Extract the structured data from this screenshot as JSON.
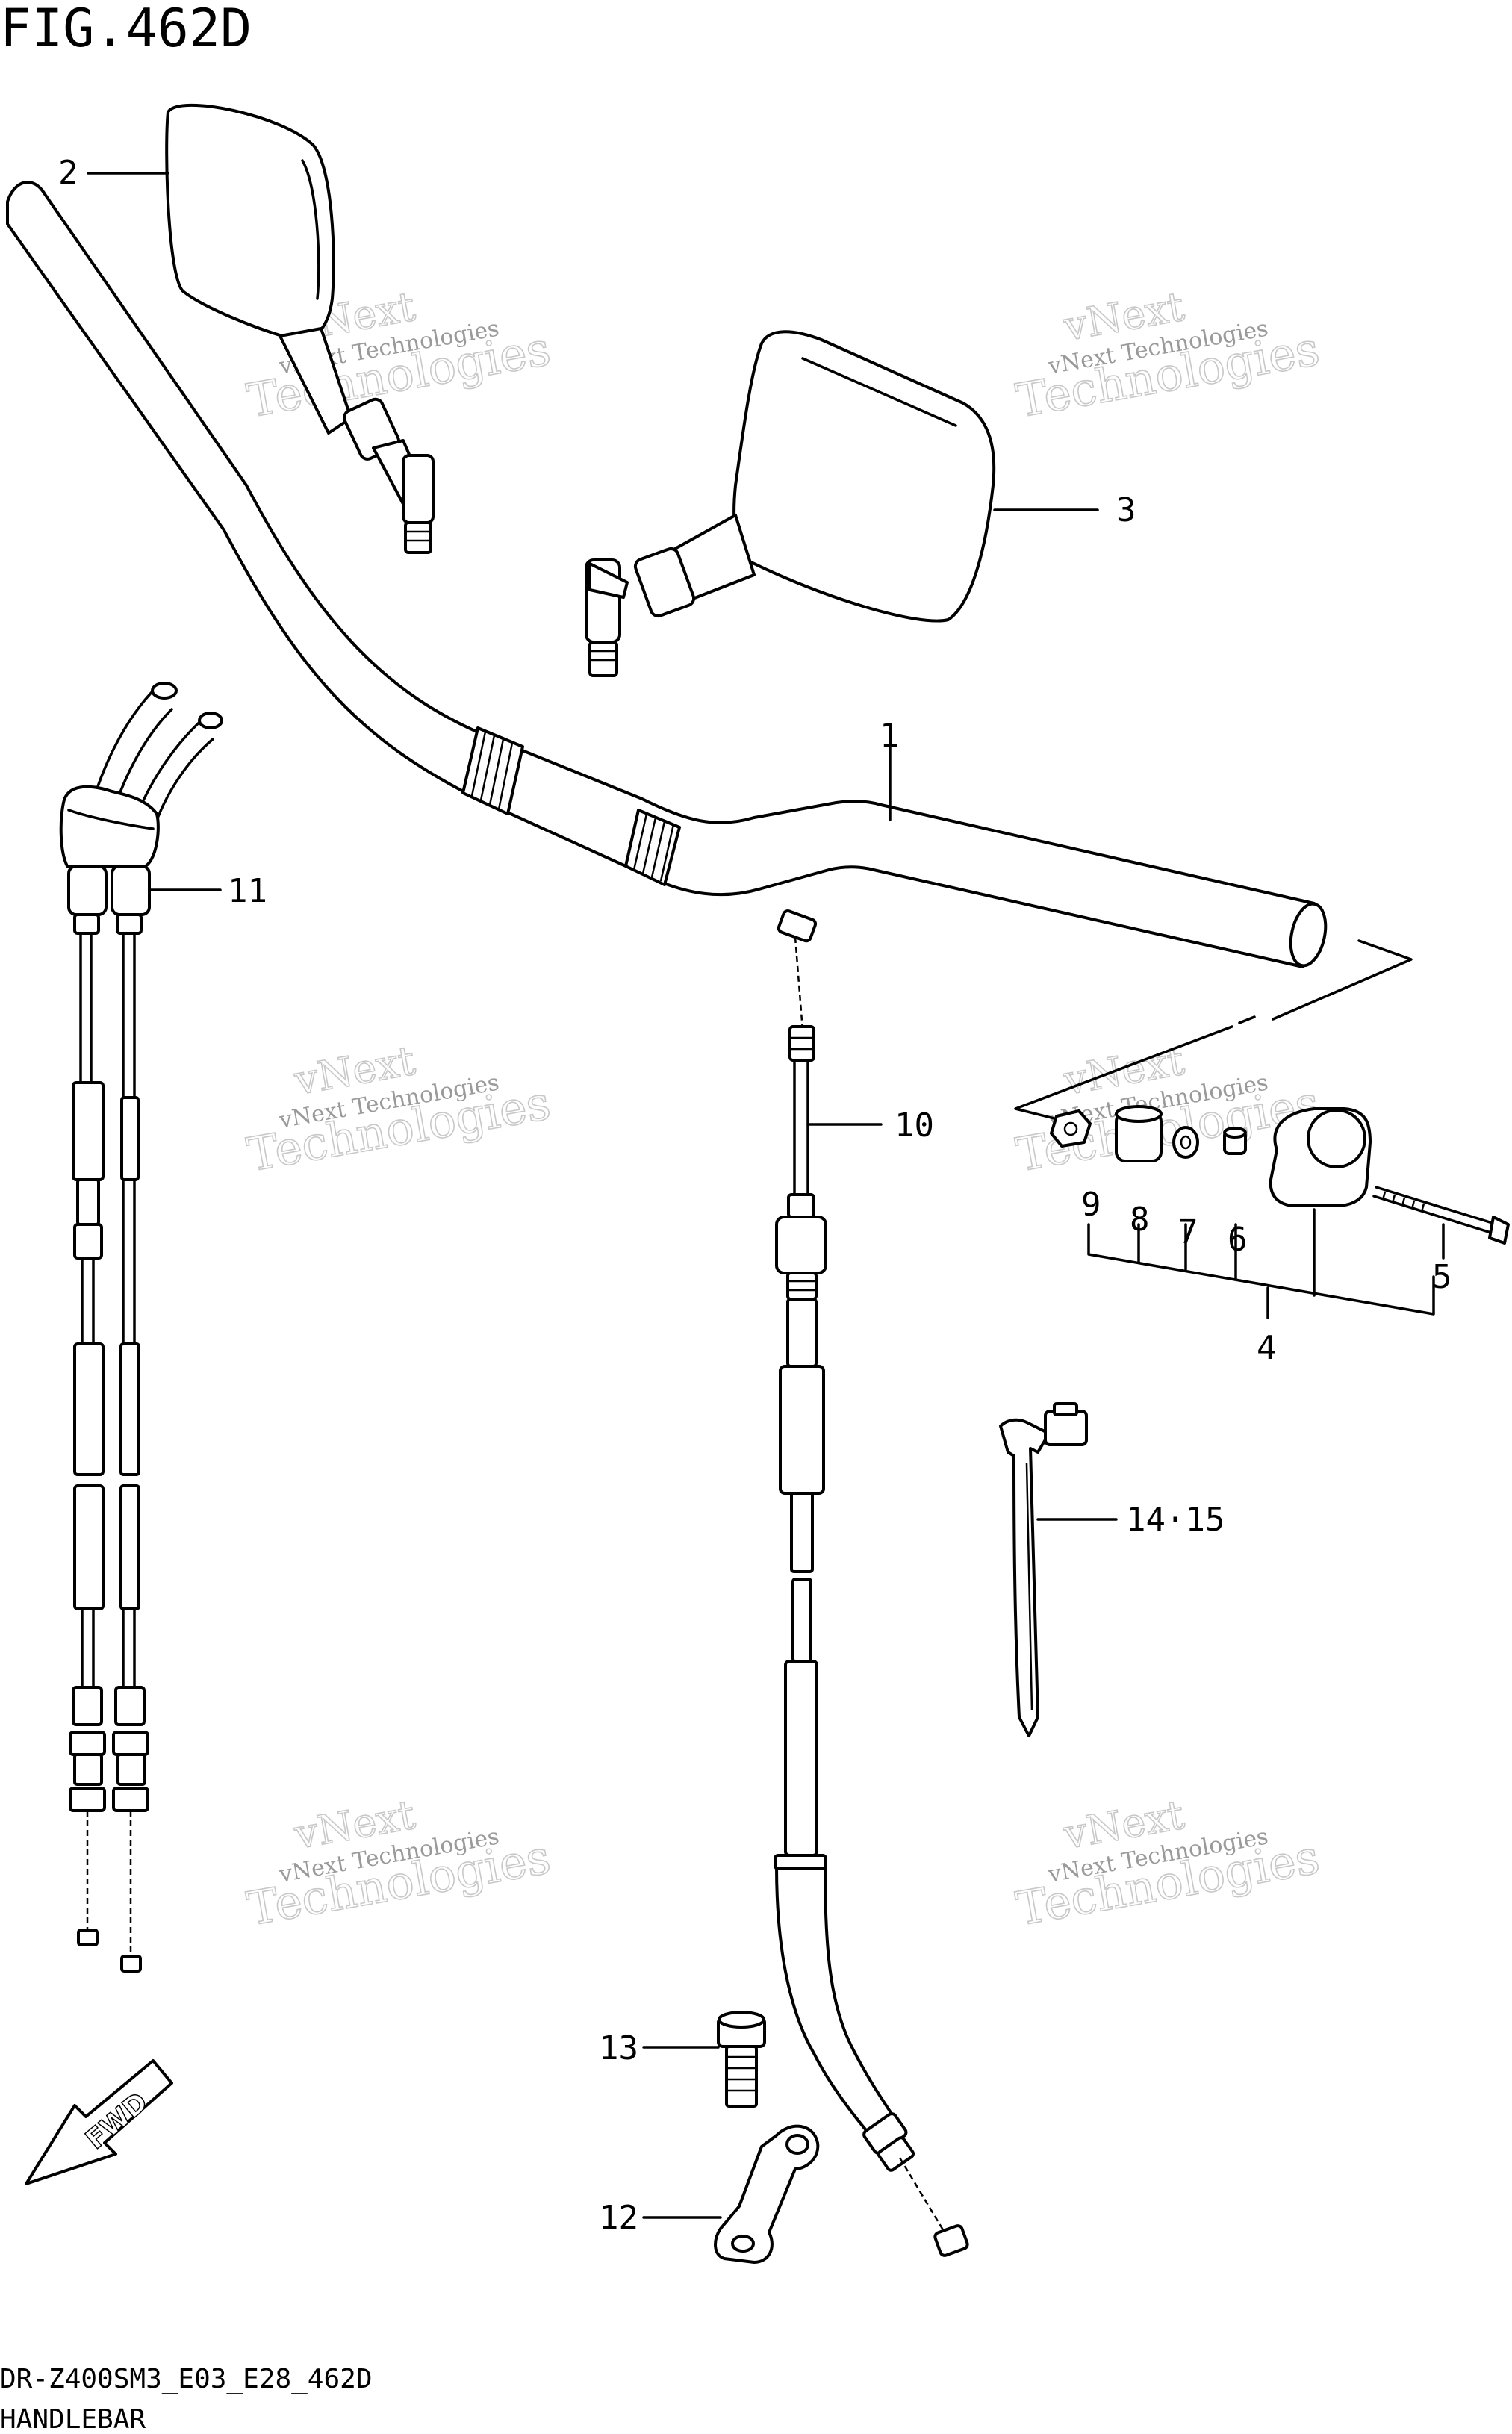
{
  "figure": {
    "title": "FIG.462D",
    "model_code": "DR-Z400SM3_E03_E28_462D",
    "section_name": "HANDLEBAR"
  },
  "callouts": [
    {
      "id": "c1",
      "label": "1"
    },
    {
      "id": "c2",
      "label": "2"
    },
    {
      "id": "c3",
      "label": "3"
    },
    {
      "id": "c4",
      "label": "4"
    },
    {
      "id": "c5",
      "label": "5"
    },
    {
      "id": "c6",
      "label": "6"
    },
    {
      "id": "c7",
      "label": "7"
    },
    {
      "id": "c8",
      "label": "8"
    },
    {
      "id": "c9",
      "label": "9"
    },
    {
      "id": "c10",
      "label": "10"
    },
    {
      "id": "c11",
      "label": "11"
    },
    {
      "id": "c12",
      "label": "12"
    },
    {
      "id": "c13",
      "label": "13"
    },
    {
      "id": "c14",
      "label": "14·15"
    }
  ],
  "fwd_arrow": {
    "label": "FWD"
  },
  "watermark": {
    "line1": "vNext",
    "line2": "vNext Technologies",
    "line3": "Technologies"
  }
}
